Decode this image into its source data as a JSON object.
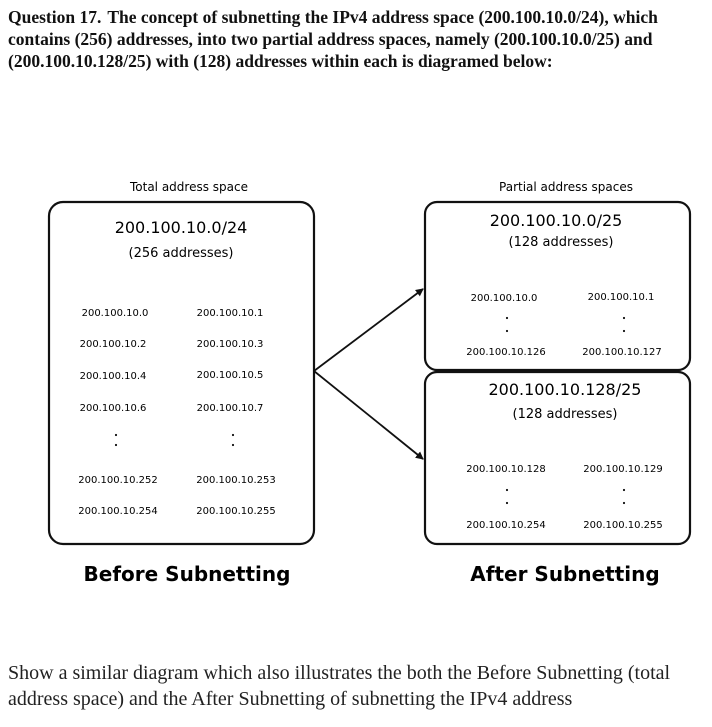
{
  "question": {
    "number": "Question 17.",
    "text": "The concept of subnetting the IPv4 address space (200.100.10.0/24), which contains (256) addresses, into two partial address spaces, namely (200.100.10.0/25) and (200.100.10.128/25) with (128) addresses within each is diagramed below:"
  },
  "diagram": {
    "total": {
      "heading": "Total address space",
      "network": "200.100.10.0/24",
      "count": "(256 addresses)",
      "rows": [
        [
          "200.100.10.0",
          "200.100.10.1"
        ],
        [
          "200.100.10.2",
          "200.100.10.3"
        ],
        [
          "200.100.10.4",
          "200.100.10.5"
        ],
        [
          "200.100.10.6",
          "200.100.10.7"
        ],
        [
          "200.100.10.252",
          "200.100.10.253"
        ],
        [
          "200.100.10.254",
          "200.100.10.255"
        ]
      ],
      "caption": "Before Subnetting"
    },
    "partial": {
      "heading": "Partial address spaces",
      "subnets": [
        {
          "network": "200.100.10.0/25",
          "count": "(128 addresses)",
          "first": [
            "200.100.10.0",
            "200.100.10.1"
          ],
          "last": [
            "200.100.10.126",
            "200.100.10.127"
          ]
        },
        {
          "network": "200.100.10.128/25",
          "count": "(128 addresses)",
          "first": [
            "200.100.10.128",
            "200.100.10.129"
          ],
          "last": [
            "200.100.10.254",
            "200.100.10.255"
          ]
        }
      ],
      "caption": "After Subnetting"
    }
  },
  "footer": {
    "text": "Show a similar diagram which also illustrates the both the Before Subnetting (total address space) and the After Subnetting of subnetting the IPv4 address"
  }
}
